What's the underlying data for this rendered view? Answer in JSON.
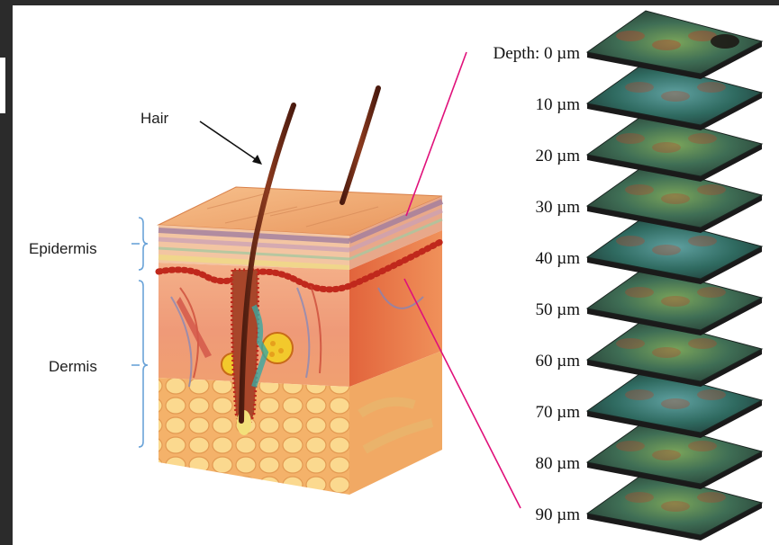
{
  "labels": {
    "hair": "Hair",
    "epidermis": "Epidermis",
    "dermis": "Dermis"
  },
  "depths": [
    "Depth: 0 µm",
    "10 µm",
    "20 µm",
    "30 µm",
    "40 µm",
    "50 µm",
    "60 µm",
    "70 µm",
    "80 µm",
    "90 µm"
  ],
  "colors": {
    "connector": "#e0107a",
    "bracket": "#6aa3d8",
    "skin_top": "#f1b07a",
    "dermis": "#f2a882",
    "fat": "#f7c97a",
    "hair": "#6b2a17",
    "slice_dark": "#23302c",
    "slice_green": "#3f7a5a",
    "slice_red": "#b4452c"
  }
}
